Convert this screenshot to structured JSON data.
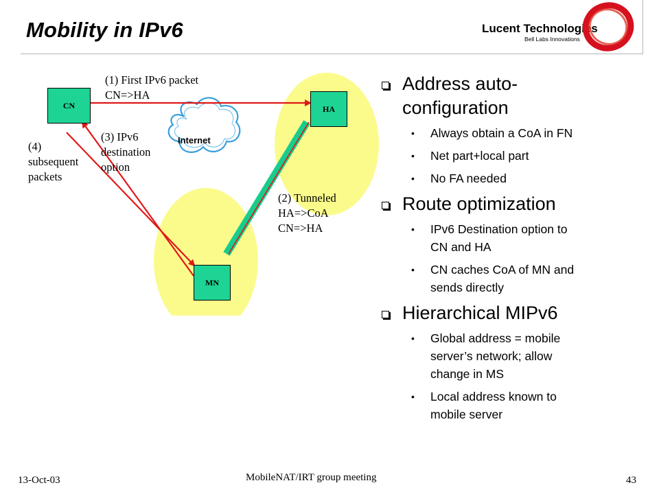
{
  "slide": {
    "title": "Mobility in IPv6"
  },
  "logo": {
    "company": "Lucent Technologies",
    "tagline": "Bell Labs Innovations"
  },
  "diagram": {
    "nodes": {
      "cn": "CN",
      "ha": "HA",
      "mn": "MN"
    },
    "cloud_label": "Internet",
    "labels": {
      "step1": [
        "(1) First IPv6 packet",
        "CN=>HA"
      ],
      "step2": [
        "(2) Tunneled",
        "HA=>CoA",
        "CN=>HA"
      ],
      "step3": [
        "(3) IPv6",
        "destination",
        "option"
      ],
      "step4": [
        "(4)",
        "subsequent",
        "packets"
      ]
    },
    "colors": {
      "node_fill": "#1ed494",
      "cell_fill": "#fbfb8c",
      "arrow": "#e01818",
      "tunnel": "#19cc8c",
      "cloud_stroke": "#3a9fd8"
    }
  },
  "bullets": [
    {
      "heading": [
        "Address auto-",
        "configuration"
      ],
      "items": [
        [
          "Always obtain a CoA in FN"
        ],
        [
          "Net part+local part"
        ],
        [
          "No FA needed"
        ]
      ]
    },
    {
      "heading": [
        "Route optimization"
      ],
      "items": [
        [
          "IPv6 Destination option to",
          "CN and HA"
        ],
        [
          "CN caches CoA of MN and",
          "sends directly"
        ]
      ]
    },
    {
      "heading": [
        "Hierarchical MIPv6"
      ],
      "items": [
        [
          "Global address = mobile",
          "server’s network; allow",
          "change in MS"
        ],
        [
          "Local address known to",
          "mobile server"
        ]
      ]
    }
  ],
  "footer": {
    "date": "13-Oct-03",
    "center": "MobileNAT/IRT group meeting",
    "page": "43"
  }
}
